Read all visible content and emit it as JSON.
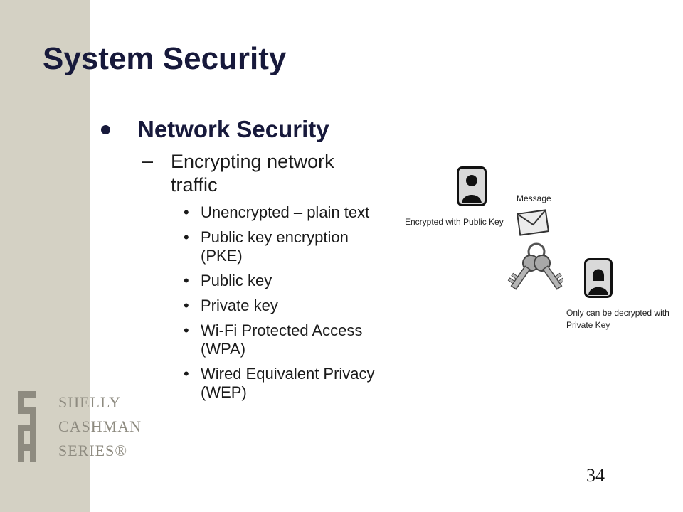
{
  "slide": {
    "title": "System Security",
    "bullet": "Network Security",
    "sub_bullet": "Encrypting network traffic",
    "items": [
      "Unencrypted – plain text",
      "Public key encryption (PKE)",
      "Public key",
      "Private key",
      "Wi-Fi Protected Access (WPA)",
      "Wired Equivalent Privacy (WEP)"
    ],
    "page_number": "34"
  },
  "diagram": {
    "label_encrypted": "Encrypted with Public Key",
    "label_message": "Message",
    "label_decrypted": "Only can be decrypted with Private Key"
  },
  "logo": {
    "words": [
      "SHELLY",
      "CASHMAN",
      "SERIES®"
    ]
  }
}
